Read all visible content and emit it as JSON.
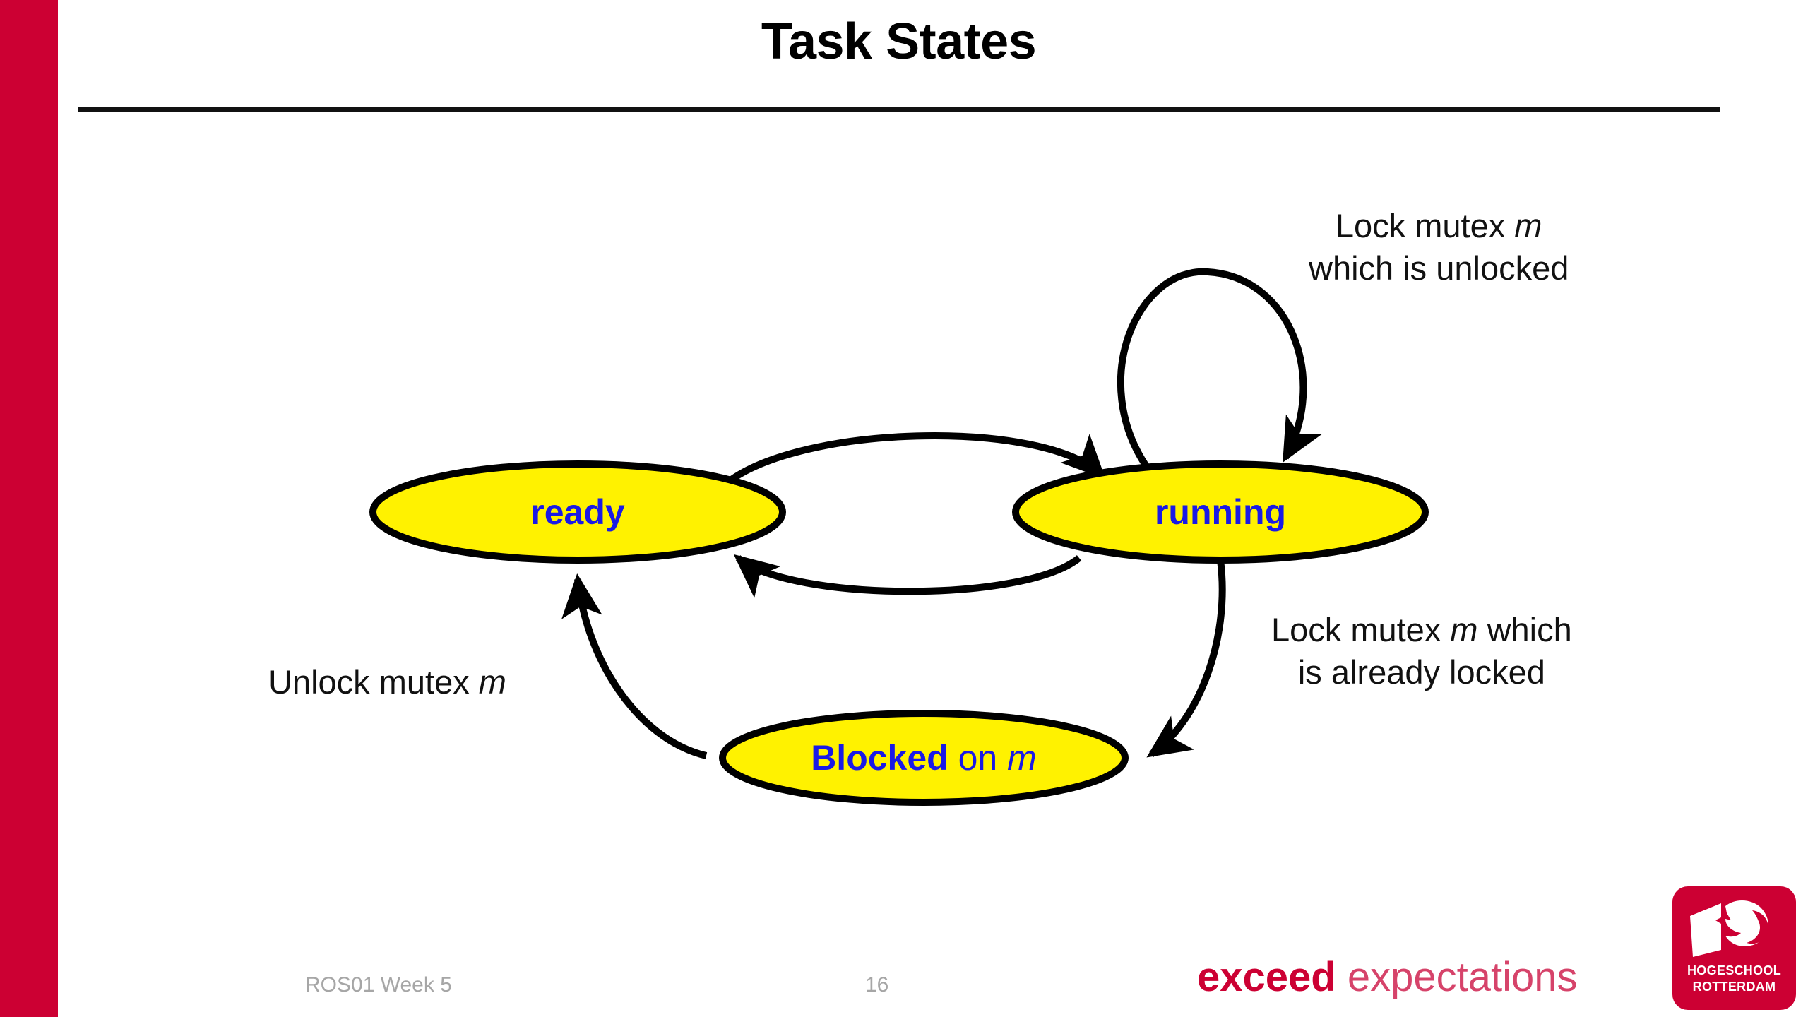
{
  "slide": {
    "title": "Task States",
    "accent_color": "#CC0033",
    "node_fill": "#FFF200",
    "node_stroke": "#000000",
    "node_text_color": "#1A1AE6"
  },
  "diagram": {
    "type": "state-machine",
    "nodes": [
      {
        "id": "ready",
        "label": "ready",
        "label_plain": "ready"
      },
      {
        "id": "running",
        "label": "running",
        "label_plain": "running"
      },
      {
        "id": "blocked",
        "label": "Blocked on m",
        "label_bold": "Blocked",
        "label_regular": "on",
        "label_italic": "m"
      }
    ],
    "edges": [
      {
        "from": "ready",
        "to": "running",
        "label": ""
      },
      {
        "from": "running",
        "to": "ready",
        "label": ""
      },
      {
        "from": "running",
        "to": "running",
        "label": "Lock mutex m which is unlocked"
      },
      {
        "from": "running",
        "to": "blocked",
        "label": "Lock mutex m which is already locked"
      },
      {
        "from": "blocked",
        "to": "ready",
        "label": "Unlock mutex m"
      }
    ]
  },
  "annotations": {
    "lock_unlocked": {
      "line1_pre": "Lock mutex ",
      "line1_italic": "m",
      "line2": "which is unlocked"
    },
    "lock_locked": {
      "line1_pre": "Lock mutex ",
      "line1_italic": "m",
      "line1_post": " which",
      "line2": "is already locked"
    },
    "unlock": {
      "pre": "Unlock mutex ",
      "italic": "m"
    }
  },
  "footer": {
    "course": "ROS01 Week 5",
    "page_number": "16",
    "tagline_bold": "exceed",
    "tagline_light": "expectations",
    "logo_line1": "HOGESCHOOL",
    "logo_line2": "ROTTERDAM"
  }
}
